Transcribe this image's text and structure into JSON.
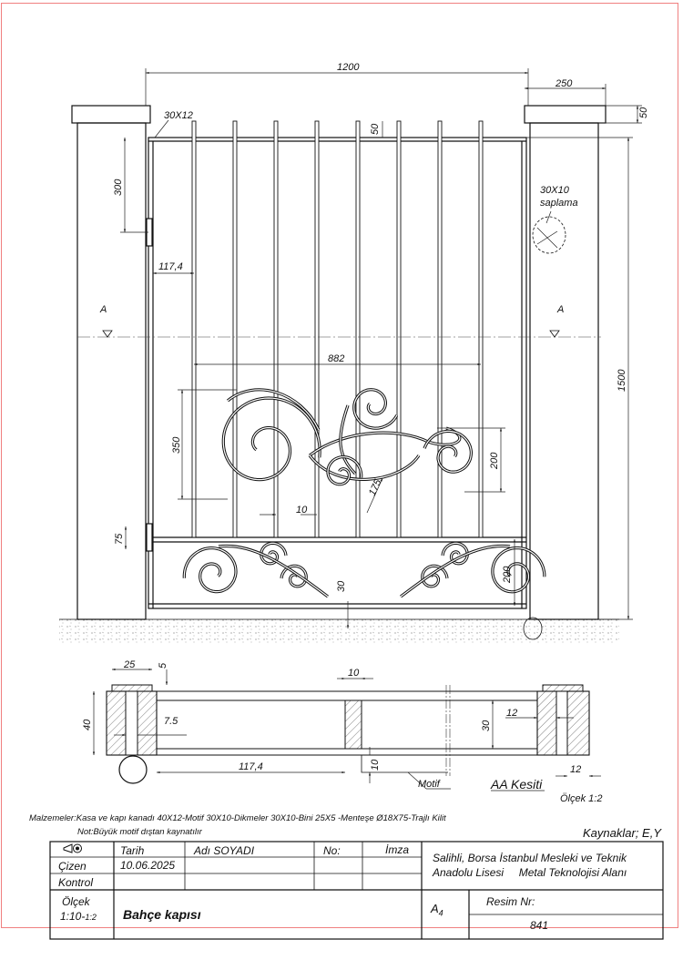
{
  "drawing": {
    "dimensions": {
      "width_total": "1200",
      "post_width": "250",
      "post_cap": "50",
      "frame_profile": "30X12",
      "spike": "50",
      "top_to_hinge": "300",
      "bar_spacing": "117,4",
      "section_mark_left": "A",
      "section_mark_right": "A",
      "motif_width": "882",
      "motif_height": "350",
      "motif_small_height": "200",
      "motif_diag": "175",
      "bar_gap": "10",
      "hinge_height": "75",
      "bottom_panel_height": "200",
      "ground_clearance": "30",
      "height_total": "1500",
      "anchor_label": "30X10",
      "anchor_label2": "saplama"
    },
    "section": {
      "dim_25": "25",
      "dim_5": "5",
      "dim_40": "40",
      "dim_7_5": "7.5",
      "dim_10_top": "10",
      "dim_30": "30",
      "dim_12_a": "12",
      "dim_117_4": "117,4",
      "dim_10_bottom": "10",
      "motif_label": "Motif",
      "dim_12_b": "12",
      "title": "AA Kesiti",
      "scale": "Ölçek 1:2"
    }
  },
  "notes": {
    "materials": "Malzemeler:Kasa ve kapı kanadı 40X12-Motif 30X10-Dikmeler 30X10-Bini 25X5 -Menteşe Ø18X75-Trajlı Kilit",
    "note": "Not:Büyük motif dıştan kaynatılır",
    "sources": "Kaynaklar; E,Y"
  },
  "title_block": {
    "date_label": "Tarih",
    "name_label": "Adı SOYADI",
    "no_label": "No:",
    "sign_label": "İmza",
    "drawn_label": "Çizen",
    "drawn_date": "10.06.2025",
    "check_label": "Kontrol",
    "school_line1": "Salihli, Borsa İstanbul Mesleki ve Teknik",
    "school_line2": "Anadolu Lisesi     Metal Teknolojisi Alanı",
    "scale_label": "Ölçek",
    "scale_value": "1:10-",
    "scale_value_small": "1:2",
    "drawing_title": "Bahçe kapısı",
    "paper": "A",
    "paper_sub": "4",
    "drawing_no_label": "Resim Nr:",
    "drawing_no": "841"
  }
}
